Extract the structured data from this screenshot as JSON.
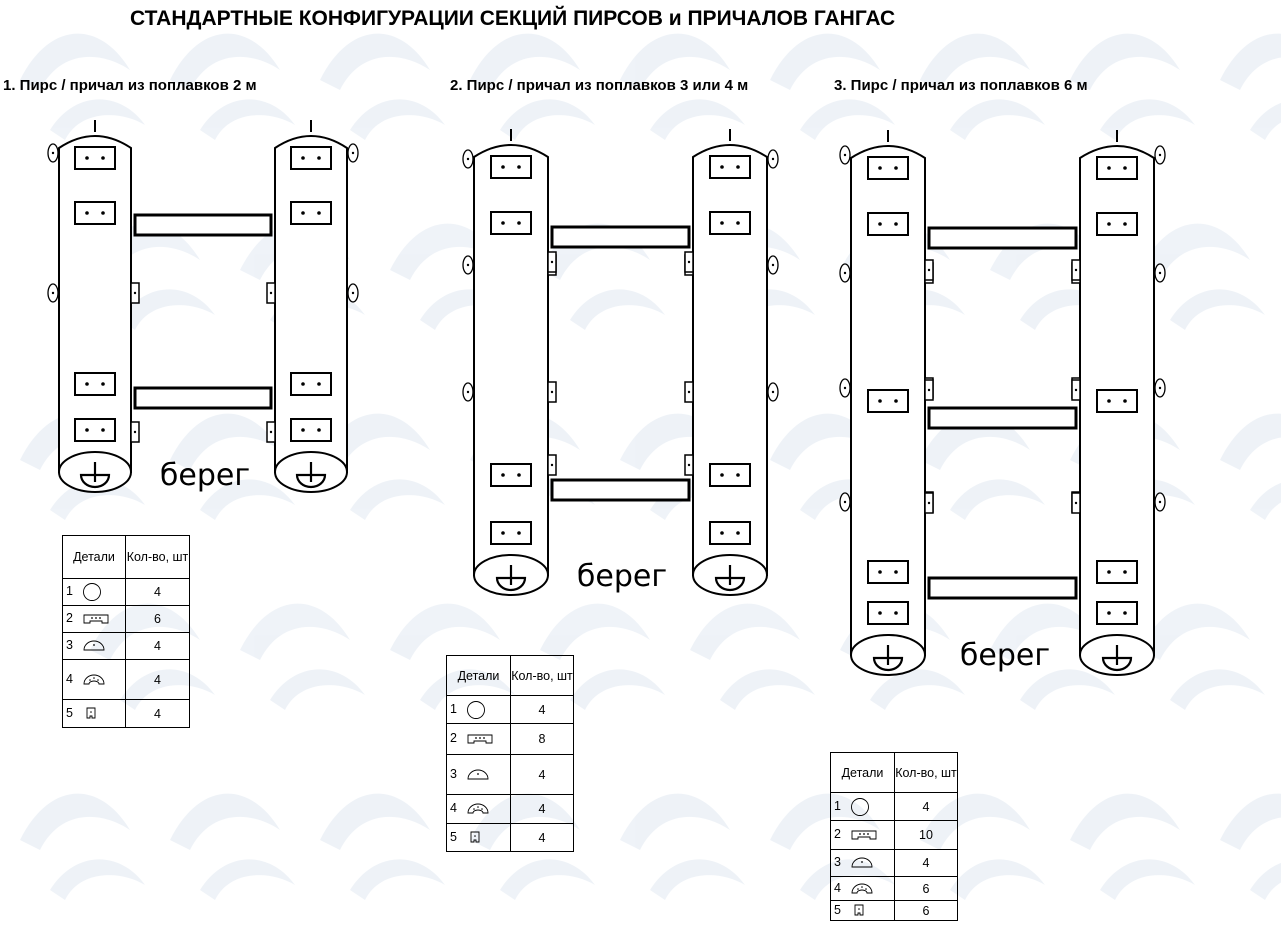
{
  "title": "СТАНДАРТНЫЕ КОНФИГУРАЦИИ СЕКЦИЙ ПИРСОВ и ПРИЧАЛОВ ГАНГАС",
  "sections": [
    {
      "title": "1. Пирс / причал из поплавков 2 м",
      "shore_label": "берег",
      "table": {
        "header_detail": "Детали",
        "header_qty": "Кол-во, шт",
        "rows": [
          {
            "num": "1",
            "icon": "circle-part-icon",
            "qty": "4"
          },
          {
            "num": "2",
            "icon": "bracket-plate-icon",
            "qty": "6"
          },
          {
            "num": "3",
            "icon": "dome-cap-icon",
            "qty": "4"
          },
          {
            "num": "4",
            "icon": "arched-cap-icon",
            "qty": "4"
          },
          {
            "num": "5",
            "icon": "small-clip-icon",
            "qty": "4"
          }
        ]
      }
    },
    {
      "title": "2. Пирс / причал из поплавков 3 или 4 м",
      "shore_label": "берег",
      "table": {
        "header_detail": "Детали",
        "header_qty": "Кол-во, шт",
        "rows": [
          {
            "num": "1",
            "icon": "circle-part-icon",
            "qty": "4"
          },
          {
            "num": "2",
            "icon": "bracket-plate-icon",
            "qty": "8"
          },
          {
            "num": "3",
            "icon": "dome-cap-icon",
            "qty": "4"
          },
          {
            "num": "4",
            "icon": "arched-cap-icon",
            "qty": "4"
          },
          {
            "num": "5",
            "icon": "small-clip-icon",
            "qty": "4"
          }
        ]
      }
    },
    {
      "title": "3. Пирс / причал из поплавков 6 м",
      "shore_label": "берег",
      "table": {
        "header_detail": "Детали",
        "header_qty": "Кол-во, шт",
        "rows": [
          {
            "num": "1",
            "icon": "circle-part-icon",
            "qty": "4"
          },
          {
            "num": "2",
            "icon": "bracket-plate-icon",
            "qty": "10"
          },
          {
            "num": "3",
            "icon": "dome-cap-icon",
            "qty": "4"
          },
          {
            "num": "4",
            "icon": "arched-cap-icon",
            "qty": "6"
          },
          {
            "num": "5",
            "icon": "small-clip-icon",
            "qty": "6"
          }
        ]
      }
    }
  ]
}
